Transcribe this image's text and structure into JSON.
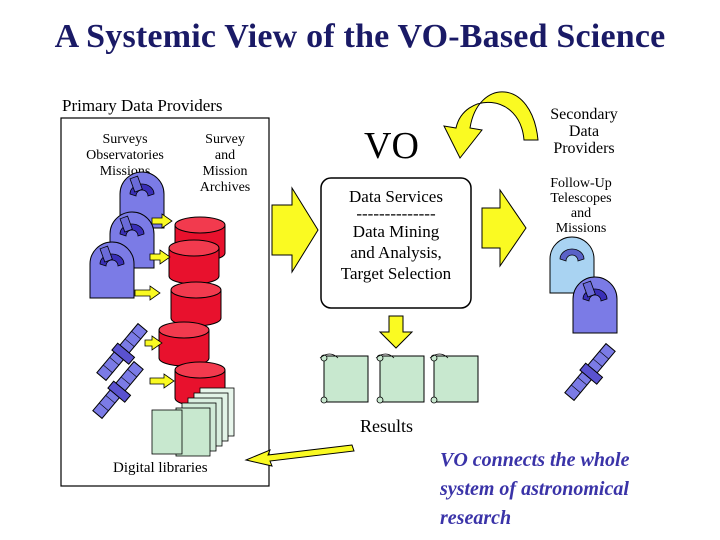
{
  "title": "A Systemic View of the VO-Based Science",
  "primary": {
    "heading": "Primary Data Providers",
    "col1": [
      "Surveys",
      "Observatories",
      "Missions"
    ],
    "col2": [
      "Survey",
      "and",
      "Mission",
      "Archives"
    ],
    "digital_libraries": "Digital libraries"
  },
  "vo": {
    "label": "VO",
    "services": "Data Services",
    "divider": "--------------",
    "mining": [
      "Data Mining",
      "and Analysis,",
      "Target Selection"
    ]
  },
  "secondary": {
    "heading": [
      "Secondary",
      "Data",
      "Providers"
    ],
    "followup": [
      "Follow-Up",
      "Telescopes",
      "and",
      "Missions"
    ]
  },
  "results": "Results",
  "caption": [
    "VO connects the whole",
    "system of astronomical",
    "research"
  ],
  "colors": {
    "title": "#1a1a66",
    "telescope": "#7b7be6",
    "telescope_secondary": "#a9d3f2",
    "archive": "#e8112d",
    "arrow": "#fafa22",
    "scroll": "#c8e8cf",
    "caption": "#3a33a8"
  }
}
